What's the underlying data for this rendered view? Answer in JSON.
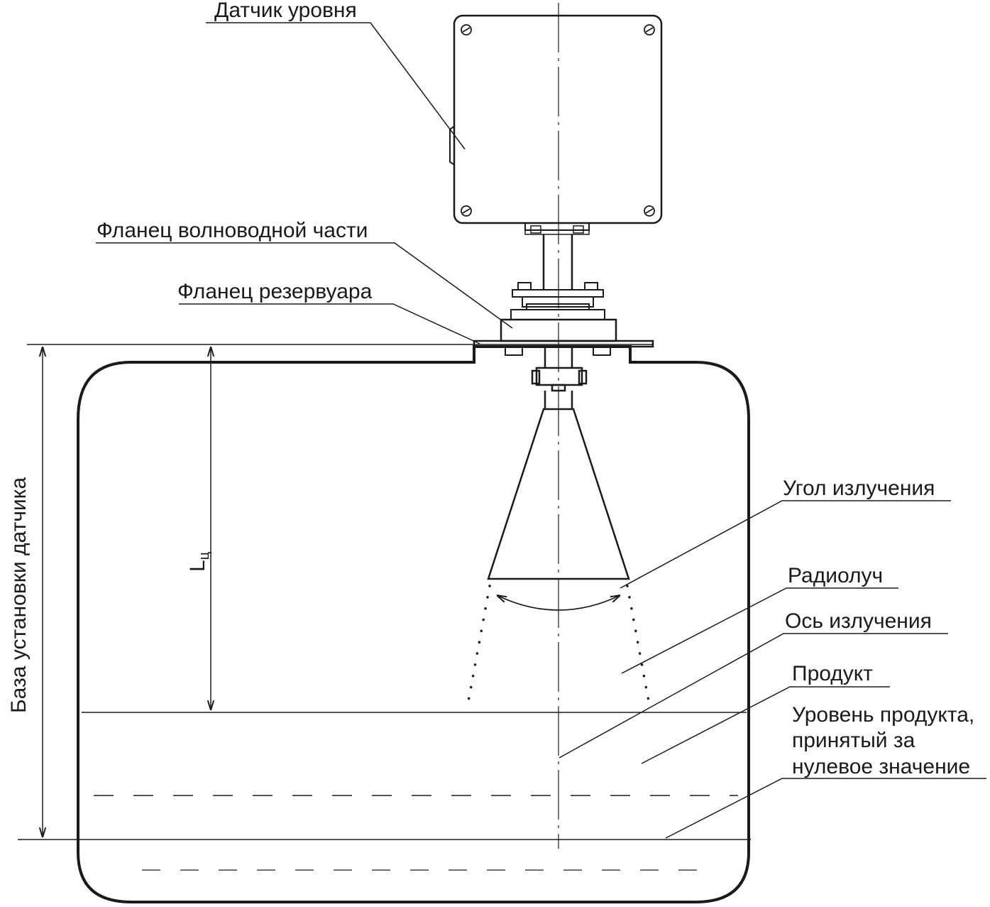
{
  "labels": {
    "sensor": "Датчик уровня",
    "waveguide_flange": "Фланец волноводной части",
    "tank_flange": "Фланец резервуара",
    "emission_angle": "Угол излучения",
    "radio_beam": "Радиолуч",
    "emission_axis": "Ось излучения",
    "product": "Продукт",
    "zero_level_line1": "Уровень продукта,",
    "zero_level_line2": "принятый за",
    "zero_level_line3": "нулевое значение",
    "base_dimension": "База установки датчика",
    "lc_main": "L",
    "lc_sub": "ц"
  },
  "colors": {
    "line": "#1a1a1a",
    "background": "#ffffff"
  }
}
